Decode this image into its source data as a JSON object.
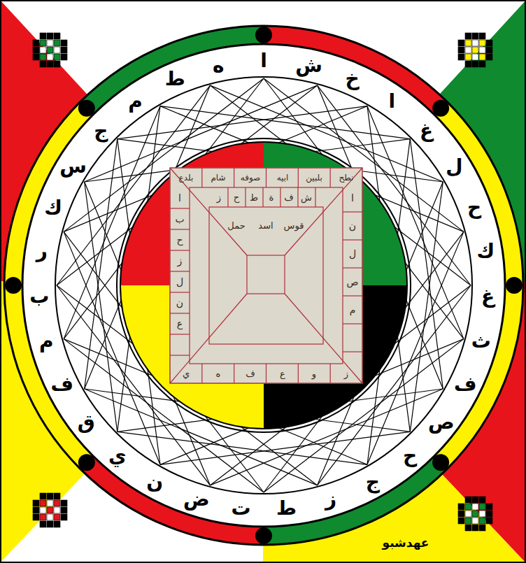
{
  "diagram": {
    "labels": [
      "ا",
      "ش",
      "خ",
      "ا",
      "غ",
      "ل",
      "ح",
      "ك",
      "غ",
      "ث",
      "ف",
      "ص",
      "ح",
      "ج",
      "ز",
      "ط",
      "ت",
      "ض",
      "ن",
      "ي",
      "ق",
      "ف",
      "م",
      "ب",
      "ر",
      "ك",
      "س",
      "ج",
      "م",
      "ط",
      "ه",
      "بلدع",
      "شام",
      "صوفه",
      "ابيه",
      "بلبين",
      "نطح",
      "ز",
      "ح",
      "ط",
      "ة",
      "ف",
      "ش",
      "حمل",
      "اسد",
      "قوس",
      "ا",
      "ب",
      "ح",
      "ز",
      "ل",
      "ن",
      "ع",
      "ا",
      "ن",
      "ل",
      "ص",
      "م",
      "ي",
      "ه",
      "ف",
      "ع",
      "و",
      "ز",
      "عهدشبو"
    ]
  }
}
